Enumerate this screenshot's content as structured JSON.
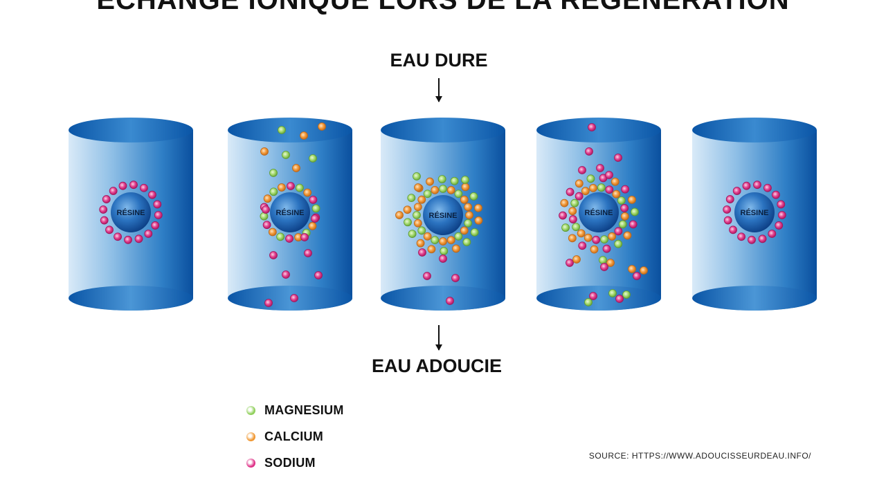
{
  "title": "ÉCHANGE IONIQUE LORS DE LA RÉGÉNÉRATION",
  "inlet_label": "EAU DURE",
  "outlet_label": "EAU ADOUCIE",
  "resin_label": "RÉSINE",
  "legend": [
    {
      "label": "MAGNESIUM",
      "ion": "magnesium"
    },
    {
      "label": "CALCIUM",
      "ion": "calcium"
    },
    {
      "label": "SODIUM",
      "ion": "sodium"
    }
  ],
  "colors": {
    "magnesium": "#8fcf5a",
    "calcium": "#f0962f",
    "sodium": "#de2f86",
    "cylinder_dark": "#0d57a8",
    "cylinder_light": "#d7e9f7",
    "resin": "#1e63b0"
  },
  "source": "SOURCE: HTTPS://WWW.ADOUCISSEURDEAU.INFO/",
  "stages": [
    {
      "description": "resin saturated with sodium"
    },
    {
      "description": "hard water enters, Ca/Mg begin exchange"
    },
    {
      "description": "resin saturated with calcium and magnesium"
    },
    {
      "description": "regeneration with sodium"
    },
    {
      "description": "resin restored with sodium"
    }
  ]
}
